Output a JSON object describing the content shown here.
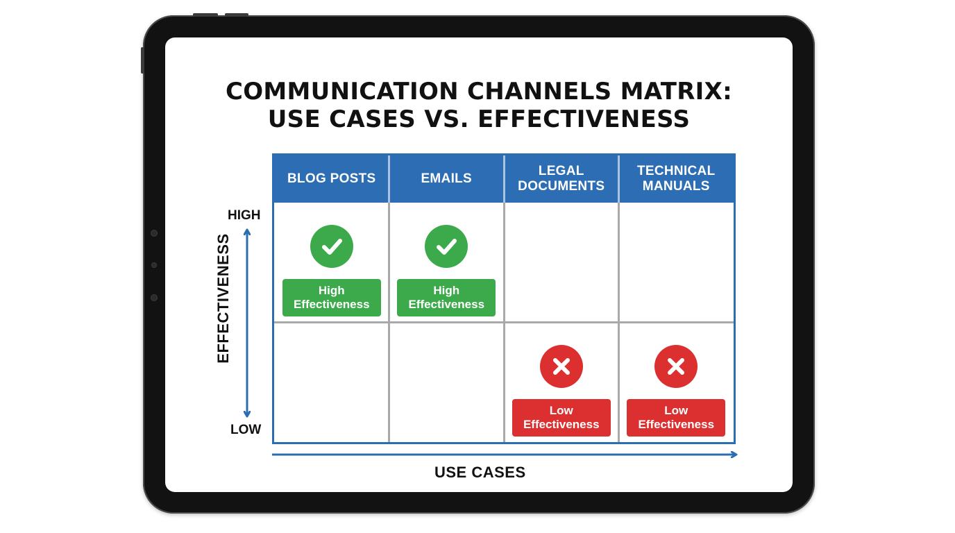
{
  "title": {
    "line1": "COMMUNICATION CHANNELS MATRIX:",
    "line2": "USE CASES VS. EFFECTIVENESS"
  },
  "axes": {
    "y_label": "EFFECTIVENESS",
    "y_high": "HIGH",
    "y_low": "LOW",
    "x_label": "USE CASES"
  },
  "columns": [
    {
      "label": "BLOG POSTS"
    },
    {
      "label": "EMAILS"
    },
    {
      "label": "LEGAL\nDOCUMENTS"
    },
    {
      "label": "TECHNICAL\nMANUALS"
    }
  ],
  "cells": [
    {
      "column": 0,
      "row": "high",
      "status": "good",
      "icon": "check-icon",
      "label": "High\nEffectiveness"
    },
    {
      "column": 1,
      "row": "high",
      "status": "good",
      "icon": "check-icon",
      "label": "High\nEffectiveness"
    },
    {
      "column": 2,
      "row": "low",
      "status": "bad",
      "icon": "x-icon",
      "label": "Low\nEffectiveness"
    },
    {
      "column": 3,
      "row": "low",
      "status": "bad",
      "icon": "x-icon",
      "label": "Low\nEffectiveness"
    }
  ],
  "colors": {
    "header_blue": "#2c6db4",
    "axis_blue": "#2a6db0",
    "good_green": "#3caa4b",
    "bad_red": "#dc2f2f"
  }
}
